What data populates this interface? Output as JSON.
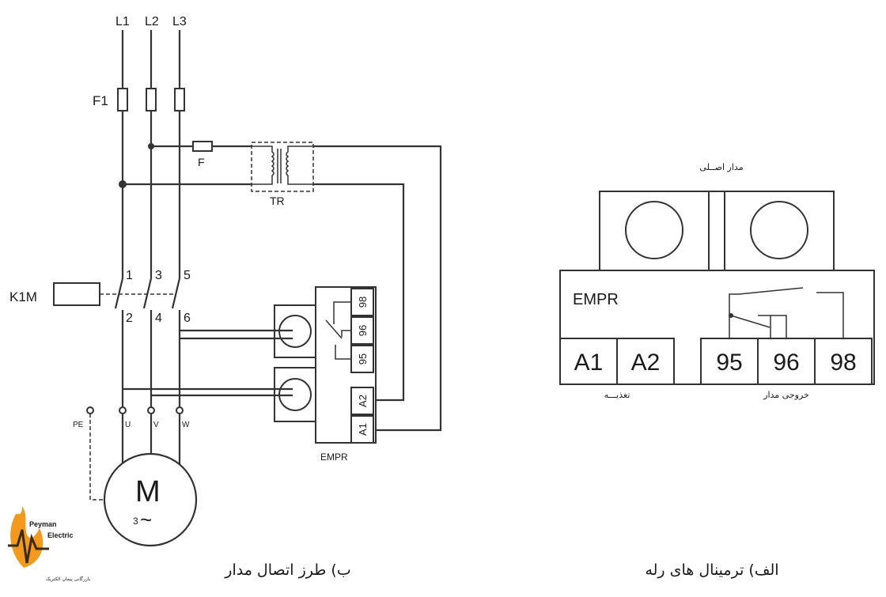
{
  "left_diagram": {
    "phases": [
      "L1",
      "L2",
      "L3"
    ],
    "fuse_label": "F1",
    "control_fuse_label": "F",
    "transformer_label": "TR",
    "contactor_label": "K1M",
    "contact_top_terminals": [
      "1",
      "3",
      "5"
    ],
    "contact_bottom_terminals": [
      "2",
      "4",
      "6"
    ],
    "motor_terminals": [
      "PE",
      "U",
      "V",
      "W"
    ],
    "motor_symbol": "M",
    "motor_phase_text": "3",
    "motor_ac_symbol": "~",
    "relay_output_terminals": [
      "98",
      "96",
      "95"
    ],
    "relay_supply_terminals": [
      "A2",
      "A1"
    ],
    "relay_label": "EMPR",
    "caption": "ب) طرز اتصال مدار"
  },
  "right_diagram": {
    "main_circuit_label": "مدار اصــلی",
    "relay_label": "EMPR",
    "supply_terminals": [
      "A1",
      "A2"
    ],
    "output_terminals": [
      "95",
      "96",
      "98"
    ],
    "supply_label": "تغذیـــه",
    "output_label": "خروجی مدار",
    "caption": "الف) ترمینال های رله"
  },
  "logo": {
    "brand_line1": "Peyman",
    "brand_line2": "Electric",
    "tagline": "بازرگانی پیمان الکتریک",
    "colors": {
      "flame": "#f39a1e",
      "dark": "#3a2a1a"
    }
  }
}
